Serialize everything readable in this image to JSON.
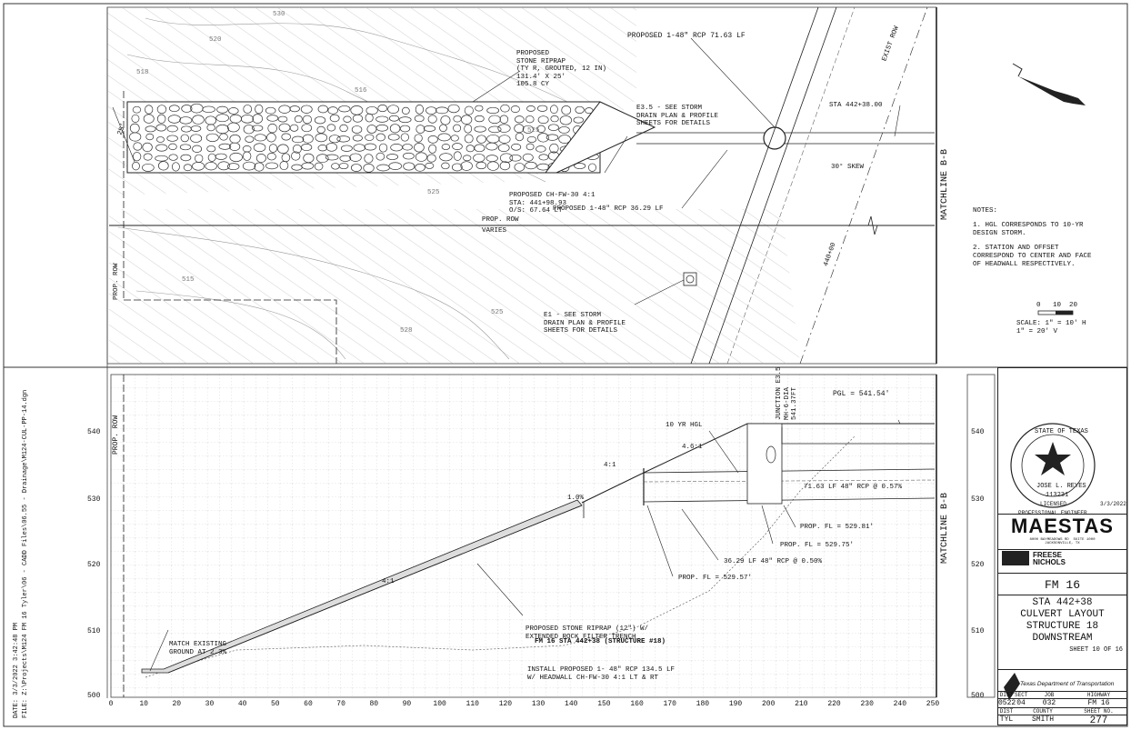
{
  "plan": {
    "riprap_label": [
      "PROPOSED",
      "STONE RIPRAP",
      "(TY R, GROUTED, 12 IN)",
      "131.4' X 25'",
      "105.8 CY"
    ],
    "dim_25": "25'",
    "rcp_top": "PROPOSED 1-48\" RCP 71.63 LF",
    "e35": [
      "E3.5 - SEE STORM",
      "DRAIN PLAN & PROFILE",
      "SHEETS FOR DETAILS"
    ],
    "exist_row": "EXIST ROW",
    "sta_44238": "STA 442+38.00",
    "skew": "30° SKEW",
    "headwall": [
      "PROPOSED CH-FW-30 4:1",
      "STA: 441+98.93",
      "O/S: 67.64 LT"
    ],
    "rcp_bottom": "PROPOSED 1-48\" RCP 36.29 LF",
    "prop_row": "PROP. ROW",
    "varies": "VARIES",
    "prop_row_vertical": "PROP. ROW",
    "e1": [
      "E1 - SEE STORM",
      "DRAIN PLAN & PROFILE",
      "SHEETS FOR DETAILS"
    ],
    "sta_440": "440+00",
    "matchline": "MATCHLINE B-B",
    "contours": [
      "520",
      "518",
      "516",
      "515",
      "525",
      "525",
      "528",
      "525",
      "530"
    ]
  },
  "notes": {
    "title": "NOTES:",
    "items": [
      "1. HGL CORRESPONDS TO 10-YR\nDESIGN STORM.",
      "2. STATION AND OFFSET\nCORRESPOND TO CENTER AND FACE\nOF HEADWALL RESPECTIVELY."
    ],
    "scale_ticks": [
      "0",
      "10",
      "20"
    ],
    "scale_text": "SCALE: 1\" = 10' H\n1\" = 20' V"
  },
  "profile": {
    "y_ticks": [
      "540",
      "530",
      "520",
      "510",
      "500"
    ],
    "x_ticks": [
      "0",
      "10",
      "20",
      "30",
      "40",
      "50",
      "60",
      "70",
      "80",
      "90",
      "100",
      "110",
      "120",
      "130",
      "140",
      "150",
      "160",
      "170",
      "180",
      "190",
      "200",
      "210",
      "220",
      "230",
      "240",
      "250"
    ],
    "prop_row": "PROP. ROW",
    "junction": [
      "JUNCTION E3.5",
      "MH-6-DIA",
      "541.37FT"
    ],
    "pgl": "PGL = 541.54'",
    "hgl": "10 YR HGL",
    "slope_46": "4.6:1",
    "slope_41a": "4:1",
    "slope_41b": "4:1",
    "slope_10": "1.0%",
    "rcp_71": "71.63 LF 48\" RCP @ 0.57%",
    "fl_52981": "PROP. FL = 529.81'",
    "fl_52975": "PROP. FL = 529.75'",
    "rcp_36": "36.29 LF 48\" RCP @ 0.50%",
    "fl_52957": "PROP. FL = 529.57'",
    "riprap": [
      "PROPOSED STONE RIPRAP (12\") W/",
      "EXTENDED ROCK FILTER TRENCH"
    ],
    "structure": "FM 16 STA 442+38 (STRUCTURE #18)",
    "install": [
      "INSTALL PROPOSED 1- 48\" RCP 134.5 LF",
      "W/ HEADWALL CH-FW-30 4:1 LT & RT"
    ],
    "match": [
      "MATCH EXISTING",
      "GROUND AT 2.3%"
    ],
    "matchline": "MATCHLINE B-B"
  },
  "margin": {
    "date": "DATE: 3/3/2022   3:42:48 PM",
    "file": "FILE: Z:\\Projects\\M124 FM 16 Tyler\\06 - CADD Files\\06.55 - Drainage\\M124-CUL-PP-14.dgn"
  },
  "title_block": {
    "seal": {
      "state": "STATE OF TEXAS",
      "name": "JOSE L. REYES",
      "number": "113231",
      "licensed": "LICENSED",
      "professional": "PROFESSIONAL ENGINEER",
      "date": "3/3/2022"
    },
    "maestas": "MAESTAS",
    "maestas_small": "8000 BAYMEADOWS RD  SUITE 1000\nJACKSONVILLE, TX",
    "freese": "FREESE\nNICHOLS",
    "fm": "FM 16",
    "title": [
      "STA 442+38",
      "CULVERT LAYOUT",
      "STRUCTURE 18",
      "DOWNSTREAM"
    ],
    "sheet": "SHEET 10 OF 16",
    "txdot": "Texas Department of Transportation",
    "table_head": [
      "DIST",
      "SECT",
      "JOB",
      "HIGHWAY"
    ],
    "table_row1": [
      "0522",
      "04",
      "032",
      "FM 16"
    ],
    "table_head2": [
      "DIST",
      "COUNTY",
      "SHEET NO."
    ],
    "table_row2": [
      "TYL",
      "SMITH",
      "277"
    ]
  },
  "north_arrow": "north-arrow-icon"
}
